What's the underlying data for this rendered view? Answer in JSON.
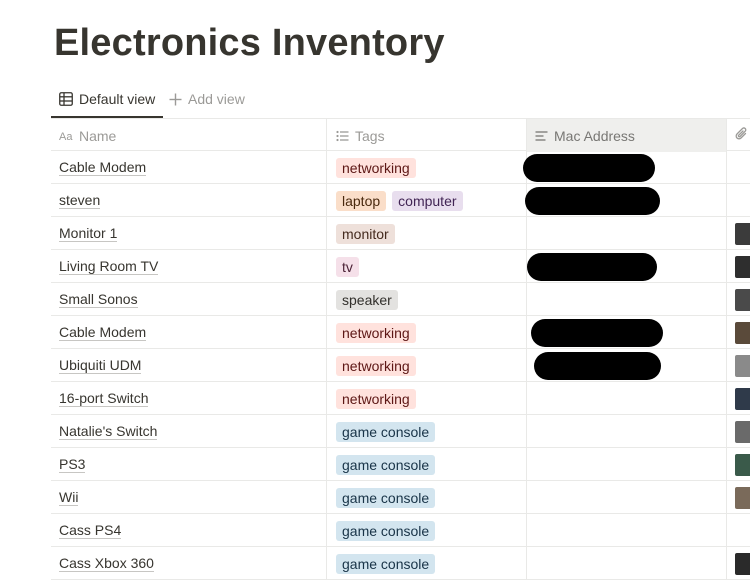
{
  "page": {
    "title": "Electronics Inventory"
  },
  "views": {
    "default_label": "Default view",
    "add_label": "Add view"
  },
  "columns": {
    "name": "Name",
    "tags": "Tags",
    "mac": "Mac Address"
  },
  "tag_colors": {
    "networking": {
      "bg": "#ffe2dd",
      "fg": "#5d1715"
    },
    "laptop": {
      "bg": "#fadec9",
      "fg": "#49290e"
    },
    "computer": {
      "bg": "#e8deee",
      "fg": "#412454"
    },
    "monitor": {
      "bg": "#eee0da",
      "fg": "#442a1e"
    },
    "tv": {
      "bg": "#f5e0e9",
      "fg": "#4c2337"
    },
    "speaker": {
      "bg": "#e3e2e0",
      "fg": "#32302c"
    },
    "game console": {
      "bg": "#d3e5ef",
      "fg": "#183347"
    }
  },
  "rows": [
    {
      "name": "Cable Modem",
      "tags": [
        "networking"
      ],
      "mac_redacted": true,
      "attachment": false
    },
    {
      "name": "steven",
      "tags": [
        "laptop",
        "computer"
      ],
      "mac_redacted": true,
      "attachment": false
    },
    {
      "name": "Monitor 1",
      "tags": [
        "monitor"
      ],
      "mac_redacted": false,
      "attachment": true
    },
    {
      "name": "Living Room TV",
      "tags": [
        "tv"
      ],
      "mac_redacted": true,
      "attachment": true
    },
    {
      "name": "Small Sonos",
      "tags": [
        "speaker"
      ],
      "mac_redacted": false,
      "attachment": true
    },
    {
      "name": "Cable Modem",
      "tags": [
        "networking"
      ],
      "mac_redacted": true,
      "attachment": true
    },
    {
      "name": "Ubiquiti UDM",
      "tags": [
        "networking"
      ],
      "mac_redacted": true,
      "attachment": true
    },
    {
      "name": "16-port Switch",
      "tags": [
        "networking"
      ],
      "mac_redacted": false,
      "attachment": true
    },
    {
      "name": "Natalie's Switch",
      "tags": [
        "game console"
      ],
      "mac_redacted": false,
      "attachment": true
    },
    {
      "name": "PS3",
      "tags": [
        "game console"
      ],
      "mac_redacted": false,
      "attachment": true
    },
    {
      "name": "Wii",
      "tags": [
        "game console"
      ],
      "mac_redacted": false,
      "attachment": true
    },
    {
      "name": "Cass PS4",
      "tags": [
        "game console"
      ],
      "mac_redacted": false,
      "attachment": false
    },
    {
      "name": "Cass Xbox 360",
      "tags": [
        "game console"
      ],
      "mac_redacted": false,
      "attachment": true
    }
  ]
}
